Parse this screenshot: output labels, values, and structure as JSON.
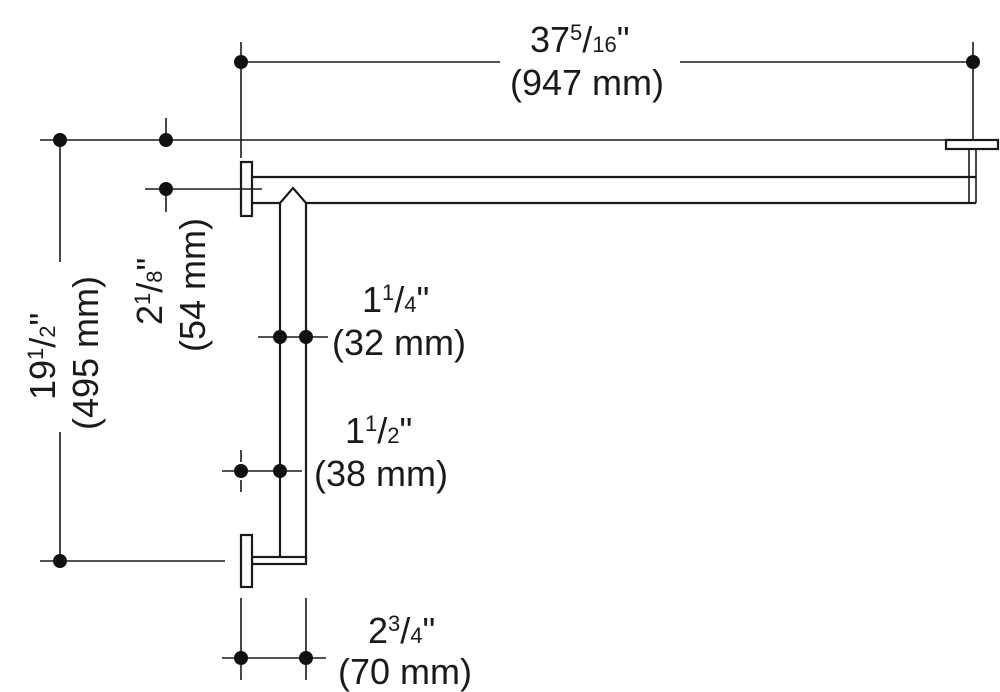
{
  "dimensions": {
    "overall_width": {
      "whole": "37",
      "num": "5",
      "den": "16",
      "unit": "\"",
      "metric": "(947 mm)"
    },
    "overall_height": {
      "whole": "19",
      "num": "1",
      "den": "2",
      "unit": "\"",
      "metric": "(495 mm)"
    },
    "projection": {
      "whole": "2",
      "num": "1",
      "den": "8",
      "unit": "\"",
      "metric": "(54 mm)"
    },
    "grab_bar_diameter": {
      "whole": "1",
      "num": "1",
      "den": "4",
      "unit": "\"",
      "metric": "(32 mm)"
    },
    "clearance": {
      "whole": "1",
      "num": "1",
      "den": "2",
      "unit": "\"",
      "metric": "(38 mm)"
    },
    "flange_depth": {
      "whole": "2",
      "num": "3",
      "den": "4",
      "unit": "\"",
      "metric": "(70 mm)"
    }
  },
  "colors": {
    "line": "#1a1a1a",
    "background": "#ffffff"
  }
}
